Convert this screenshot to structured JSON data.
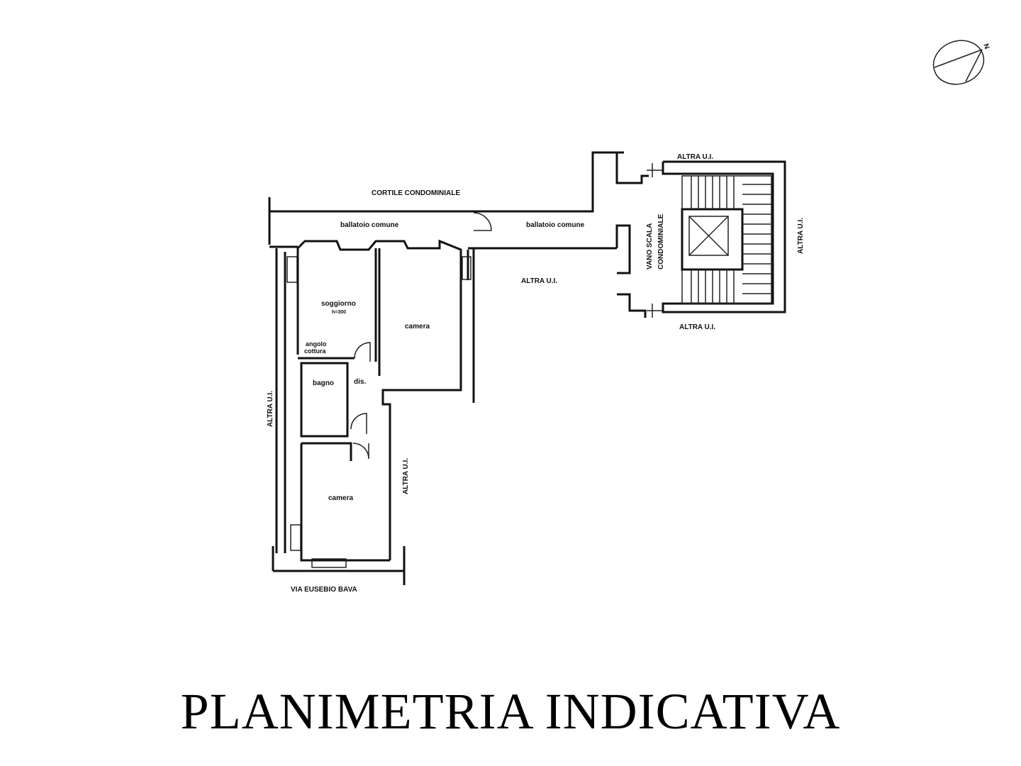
{
  "title": "PLANIMETRIA INDICATIVA",
  "labels": {
    "courtyard": "CORTILE CONDOMINIALE",
    "gallery_left": "ballatoio comune",
    "gallery_right": "ballatoio comune",
    "other_unit_center": "ALTRA U.I.",
    "other_unit_stair_top": "ALTRA U.I.",
    "other_unit_stair_bottom": "ALTRA U.I.",
    "other_unit_stair_right": "ALTRA U.I.",
    "other_unit_left": "ALTRA U.I.",
    "other_unit_right": "ALTRA U.I.",
    "stairwell_line1": "VANO SCALA",
    "stairwell_line2": "CONDOMINIALE",
    "living": "soggiorno",
    "living_height": "h=300",
    "kitchen_line1": "angolo",
    "kitchen_line2": "cottura",
    "bedroom_top": "camera",
    "bathroom": "bagno",
    "hallway": "dis.",
    "bedroom_bottom": "camera",
    "street": "VIA EUSEBIO BAVA",
    "compass": "N"
  }
}
